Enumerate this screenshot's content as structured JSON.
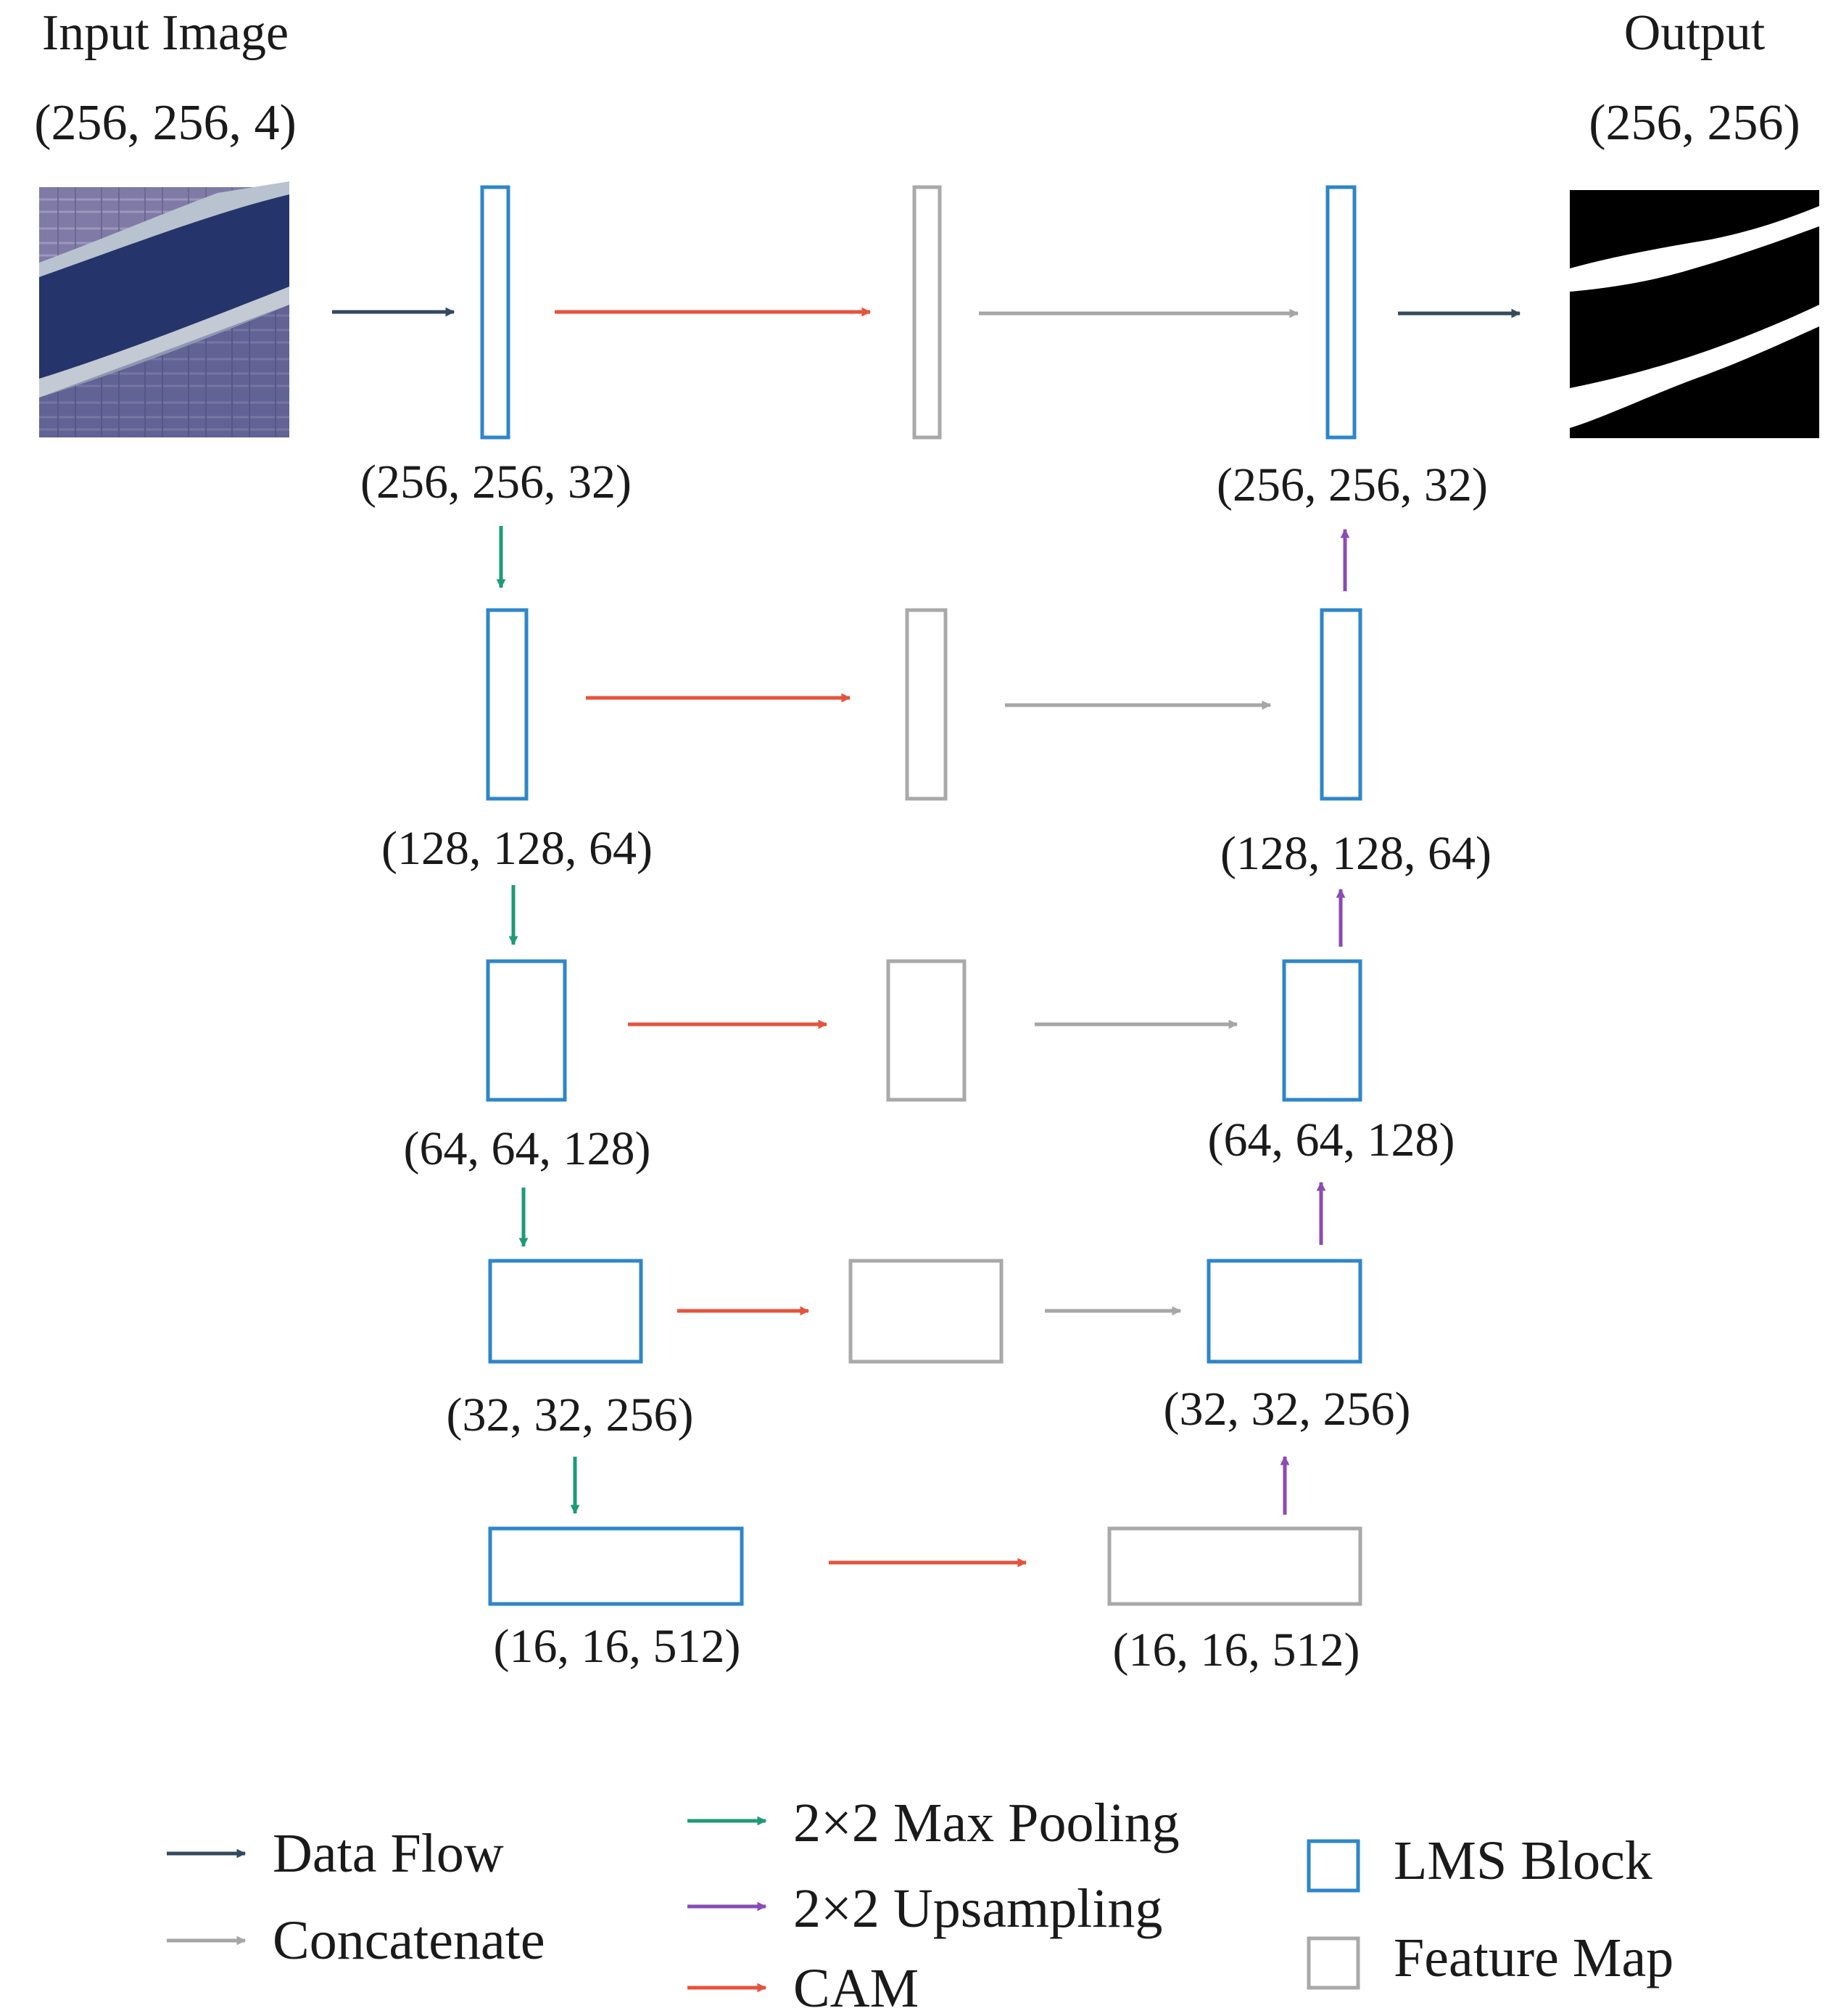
{
  "headers": {
    "input_title": "Input Image",
    "input_shape": "(256, 256, 4)",
    "output_title": "Output",
    "output_shape": "(256, 256)"
  },
  "encoder": [
    {
      "shape": "(256, 256, 32)",
      "type": "LMS Block"
    },
    {
      "shape": "(128, 128, 64)",
      "type": "LMS Block"
    },
    {
      "shape": "(64, 64, 128)",
      "type": "LMS Block"
    },
    {
      "shape": "(32, 32, 256)",
      "type": "LMS Block"
    },
    {
      "shape": "(16, 16, 512)",
      "type": "LMS Block"
    }
  ],
  "decoder": [
    {
      "shape": "(256, 256, 32)",
      "type": "LMS Block"
    },
    {
      "shape": "(128, 128, 64)",
      "type": "LMS Block"
    },
    {
      "shape": "(64, 64, 128)",
      "type": "LMS Block"
    },
    {
      "shape": "(32, 32, 256)",
      "type": "LMS Block"
    },
    {
      "shape": "(16, 16, 512)",
      "type": "Feature Map"
    }
  ],
  "legend": {
    "data_flow": "Data Flow",
    "concatenate": "Concatenate",
    "max_pooling": "2×2 Max Pooling",
    "upsampling": "2×2 Upsampling",
    "cam": "CAM",
    "lms_block": "LMS Block",
    "feature_map": "Feature Map"
  },
  "colors": {
    "data_flow": "#34495e",
    "concatenate": "#a6a6a6",
    "max_pooling": "#1e9a77",
    "upsampling": "#8a4bb5",
    "cam": "#e5533d",
    "lms_block": "#2e86c8",
    "feature_map": "#a9a9a9",
    "input_image": "#6b6fa3",
    "output_image": "#000000"
  }
}
